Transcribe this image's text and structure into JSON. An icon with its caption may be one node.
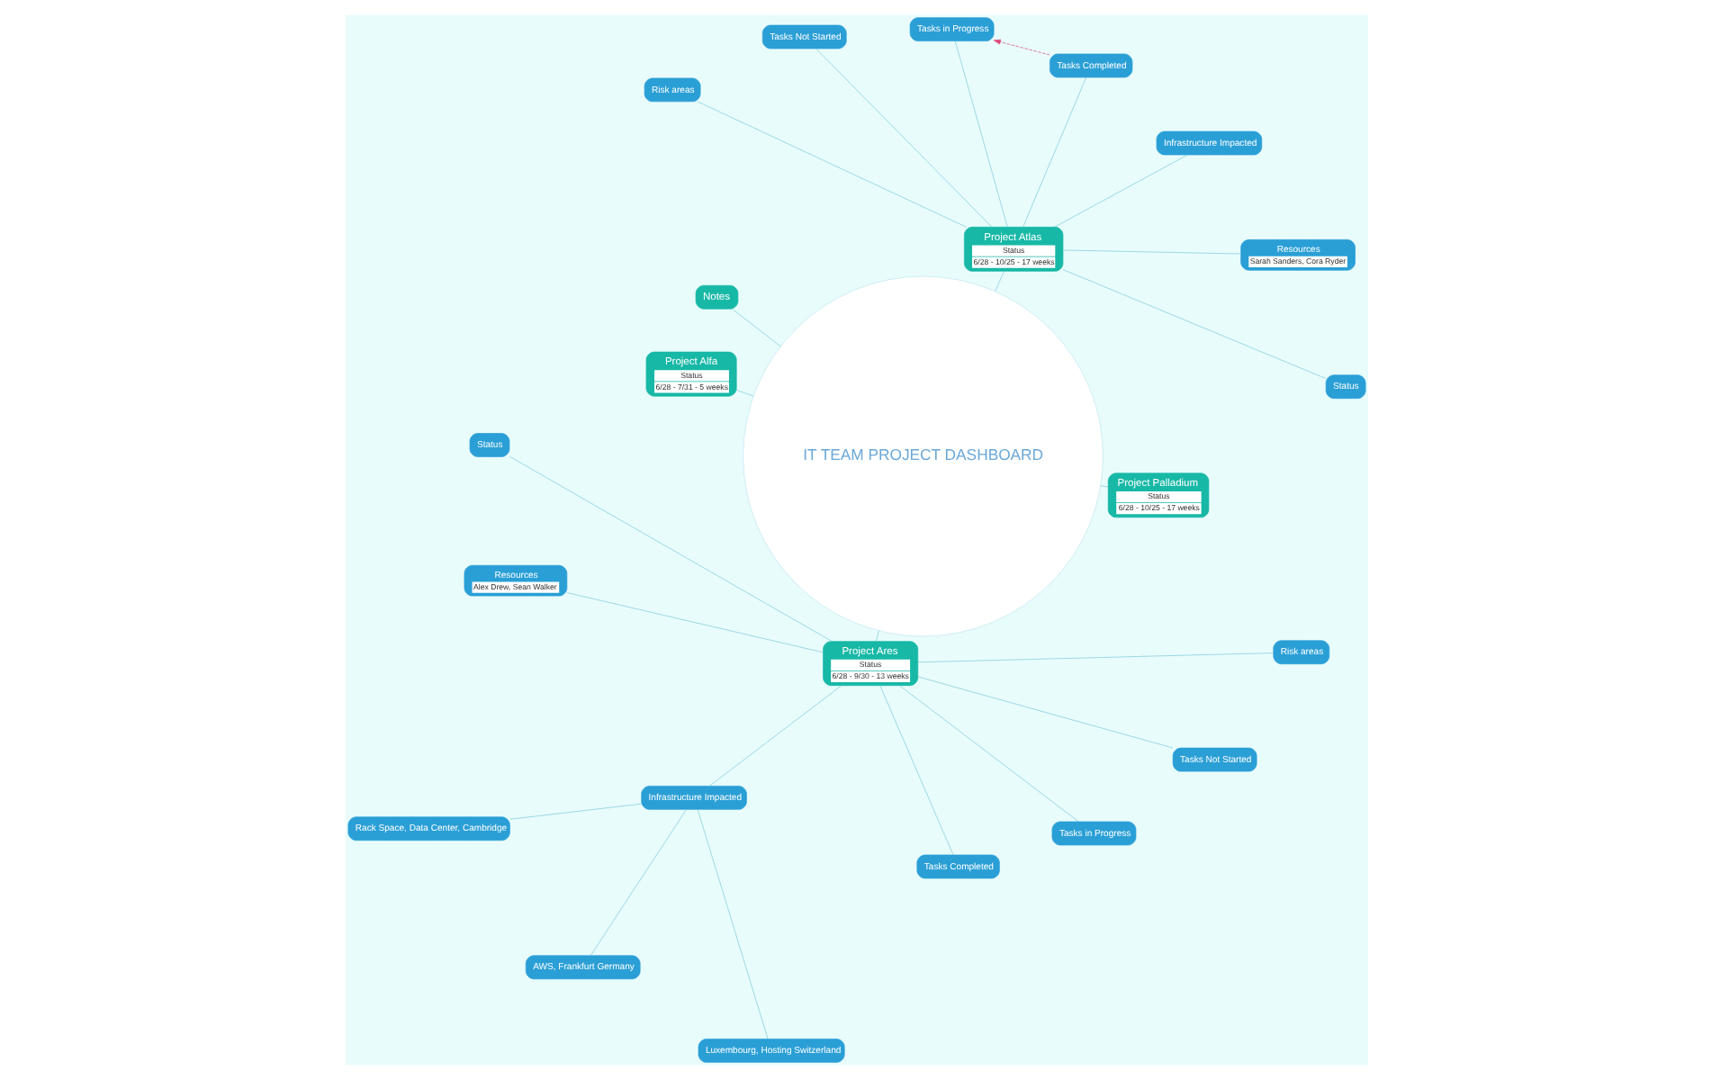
{
  "diagram": {
    "nodes": [
      {
        "text": [
          "IT TEAM PROJECT DASHBOARD"
        ]
      },
      {
        "text": [
          "Project Atlas",
          "Status",
          "6/28 - 10/25 - 17 weeks"
        ]
      },
      {
        "text": [
          "Status"
        ]
      },
      {
        "text": [
          "Resources",
          "Sarah Sanders, Cora Ryder"
        ]
      },
      {
        "text": [
          "Infrastructure Impacted"
        ]
      },
      {
        "text": [
          "Tasks Completed"
        ]
      },
      {
        "text": [
          "Tasks in Progress"
        ]
      },
      {
        "text": [
          "Tasks Not Started"
        ]
      },
      {
        "text": [
          "Risk areas"
        ]
      },
      {
        "text": [
          "Notes"
        ]
      },
      {
        "text": [
          "Project Alfa",
          "Status",
          "6/28 - 7/31 - 5 weeks"
        ]
      },
      {
        "text": [
          "Project Ares",
          "Status",
          "6/28 - 9/30 - 13 weeks"
        ]
      },
      {
        "text": [
          "Status"
        ]
      },
      {
        "text": [
          "Resources",
          "Alex Drew, Sean Walker"
        ]
      },
      {
        "text": [
          "Infrastructure Impacted"
        ]
      },
      {
        "text": [
          "Rack Space, Data Center, Cambridge"
        ]
      },
      {
        "text": [
          "AWS, Frankfurt Germany"
        ]
      },
      {
        "text": [
          "Luxembourg, Hosting Switzerland"
        ]
      },
      {
        "text": [
          "Tasks Completed"
        ]
      },
      {
        "text": [
          "Tasks in Progress"
        ]
      },
      {
        "text": [
          "Tasks Not Started"
        ]
      },
      {
        "text": [
          "Risk areas"
        ]
      },
      {
        "text": [
          "Project Palladium",
          "Status",
          "6/28 - 10/25 - 17 weeks"
        ]
      }
    ],
    "edges": [
      {
        "from": 0,
        "to": 1,
        "arrow": "none"
      },
      {
        "from": 1,
        "to": 2,
        "arrow": "none"
      },
      {
        "from": 1,
        "to": 3,
        "arrow": "none"
      },
      {
        "from": 1,
        "to": 4,
        "arrow": "none"
      },
      {
        "from": 1,
        "to": 5,
        "arrow": "none"
      },
      {
        "from": 1,
        "to": 6,
        "arrow": "none"
      },
      {
        "from": 1,
        "to": 7,
        "arrow": "none"
      },
      {
        "from": 1,
        "to": 8,
        "arrow": "none"
      },
      {
        "from": 0,
        "to": 9,
        "arrow": "none"
      },
      {
        "from": 0,
        "to": 10,
        "arrow": "none"
      },
      {
        "from": 0,
        "to": 11,
        "arrow": "none"
      },
      {
        "from": 11,
        "to": 12,
        "arrow": "none"
      },
      {
        "from": 11,
        "to": 13,
        "arrow": "none"
      },
      {
        "from": 11,
        "to": 14,
        "arrow": "none"
      },
      {
        "from": 14,
        "to": 15,
        "arrow": "none"
      },
      {
        "from": 14,
        "to": 16,
        "arrow": "none"
      },
      {
        "from": 14,
        "to": 17,
        "arrow": "none"
      },
      {
        "from": 11,
        "to": 18,
        "arrow": "none"
      },
      {
        "from": 11,
        "to": 19,
        "arrow": "none"
      },
      {
        "from": 11,
        "to": 20,
        "arrow": "none"
      },
      {
        "from": 11,
        "to": 21,
        "arrow": "none"
      },
      {
        "from": 0,
        "to": 22,
        "arrow": "none"
      },
      {
        "from": 5,
        "to": 6,
        "arrow": "to",
        "style": "dashed",
        "color": "#e0487a"
      }
    ]
  }
}
